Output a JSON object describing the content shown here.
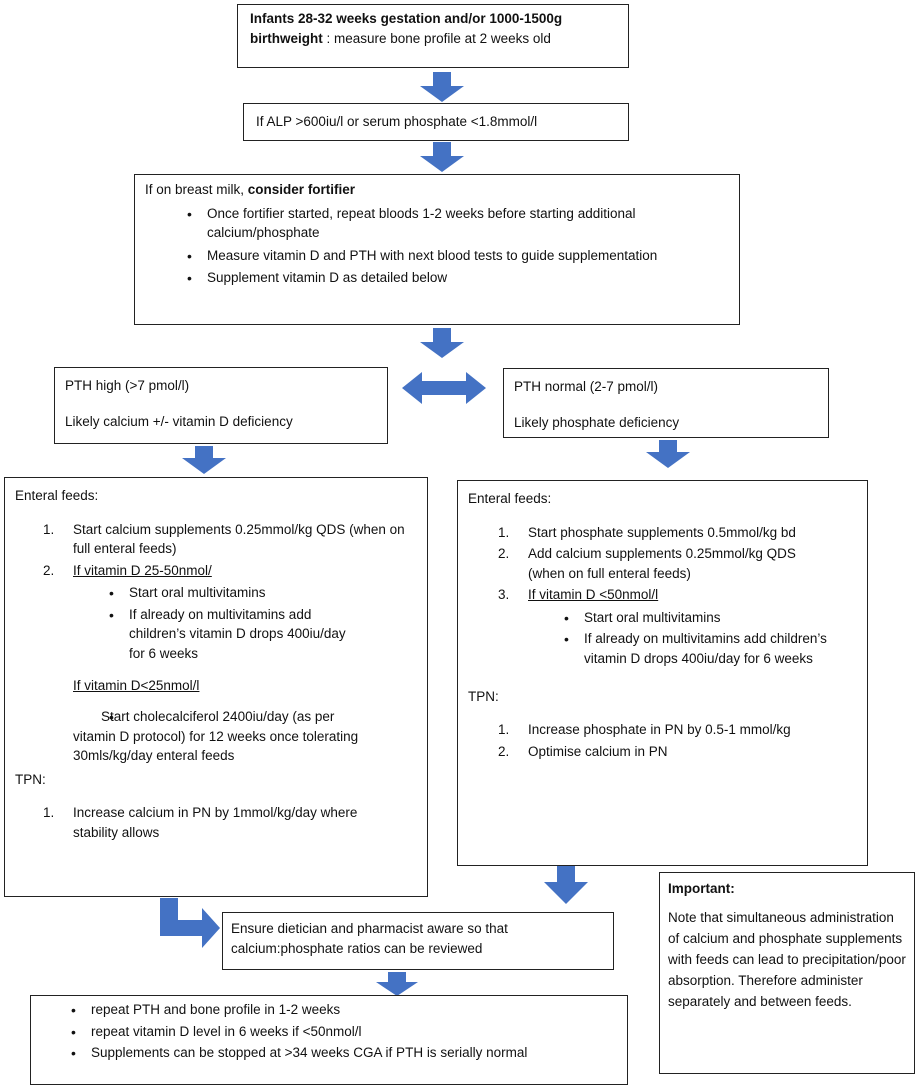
{
  "colors": {
    "arrow": "#4472C4",
    "border": "#222222"
  },
  "box1": {
    "bold": "Infants 28-32 weeks gestation and/or 1000-1500g birthweight",
    "rest": " : measure bone profile at 2 weeks old"
  },
  "box2": {
    "text": "If ALP >600iu/l or serum phosphate <1.8mmol/l"
  },
  "box3": {
    "intro": "If on breast milk, ",
    "intro_bold": "consider fortifier",
    "bullets": [
      "Once fortifier started, repeat bloods 1-2 weeks before starting additional calcium/phosphate",
      "Measure vitamin D and PTH with next blood tests to guide supplementation",
      "Supplement vitamin D as detailed below"
    ]
  },
  "pth_high": {
    "title": "PTH high (>7 pmol/l)",
    "sub": "Likely calcium +/- vitamin D deficiency"
  },
  "pth_normal": {
    "title": "PTH normal (2-7 pmol/l)",
    "sub": "Likely phosphate deficiency"
  },
  "left": {
    "enteral_label": "Enteral feeds:",
    "item1": "Start calcium supplements 0.25mmol/kg QDS (when on full enteral feeds)",
    "item2_heading": "If vitamin D 25-50nmol/",
    "item2_bullets": [
      "Start oral multivitamins",
      "If already on multivitamins add children’s vitamin D drops 400iu/day for 6 weeks"
    ],
    "sub_heading": "If vitamin D<25nmol/l",
    "sub_bullet": "Start cholecalciferol 2400iu/day (as per vitamin D protocol) for 12 weeks once tolerating 30mls/kg/day enteral feeds",
    "tpn_label": "TPN:",
    "tpn_item": "Increase calcium in PN by 1mmol/kg/day where stability allows"
  },
  "right": {
    "enteral_label": "Enteral feeds:",
    "item1": "Start phosphate supplements 0.5mmol/kg bd",
    "item2": "Add calcium supplements 0.25mmol/kg QDS (when on full enteral feeds)",
    "item3_heading": "If vitamin D <50nmol/l",
    "item3_bullets": [
      "Start oral multivitamins",
      "If already on multivitamins add children’s vitamin D drops 400iu/day for 6 weeks"
    ],
    "tpn_label": "TPN:",
    "tpn_items": [
      "Increase phosphate in PN by 0.5-1 mmol/kg",
      "Optimise calcium in PN"
    ]
  },
  "dietician": {
    "text": "Ensure dietician and pharmacist aware so that calcium:phosphate ratios can be reviewed"
  },
  "final": {
    "bullets": [
      "repeat PTH and bone profile in 1-2 weeks",
      "repeat vitamin D level in 6 weeks if <50nmol/l",
      "Supplements can be stopped at >34 weeks CGA if PTH is serially normal"
    ]
  },
  "important": {
    "title": "Important:",
    "text": "Note that simultaneous administration of calcium and phosphate supplements with feeds can lead to precipitation/poor absorption. Therefore administer separately and between feeds."
  },
  "numbers": [
    "1.",
    "2.",
    "3."
  ]
}
